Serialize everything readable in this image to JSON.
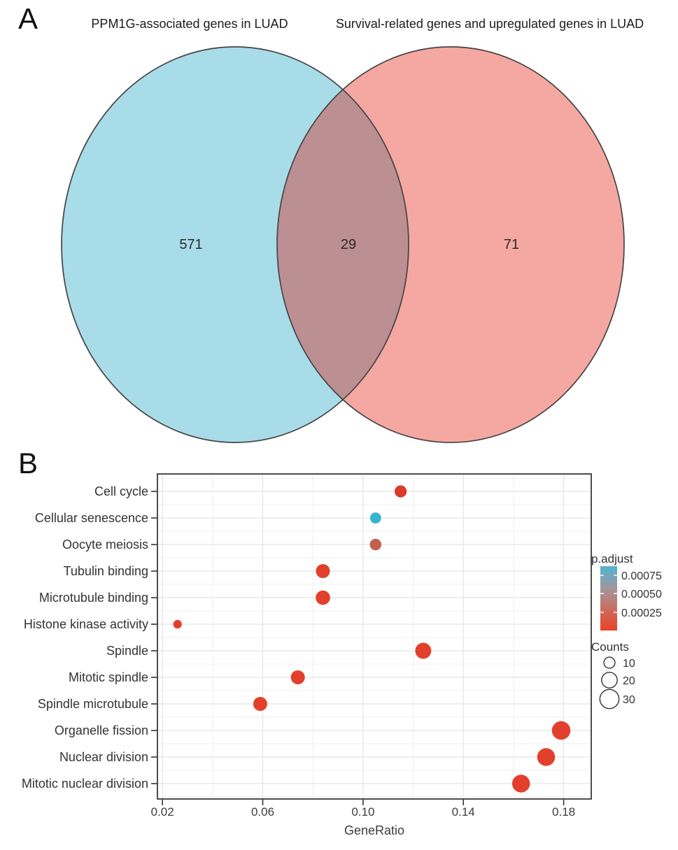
{
  "figure": {
    "panel_a": {
      "label": "A",
      "left_title": "PPM1G-associated genes in LUAD",
      "right_title": "Survival-related genes and upregulated genes in LUAD",
      "venn": {
        "left_count": "571",
        "overlap_count": "29",
        "right_count": "71",
        "left_fill": "#a9dce9",
        "right_fill": "#f5a8a1",
        "overlap_fill": "#bc8f92",
        "outline_color": "#444444",
        "number_color": "#2b2b2b"
      }
    },
    "panel_b": {
      "label": "B"
    }
  },
  "chart_data": {
    "type": "scatter",
    "subtype": "enrichment-dotplot",
    "title": "",
    "xlabel": "GeneRatio",
    "ylabel": "",
    "xlim": [
      0.018,
      0.191
    ],
    "x_major_ticks": [
      "0.02",
      "0.06",
      "0.10",
      "0.14",
      "0.18"
    ],
    "x_major_values": [
      0.02,
      0.06,
      0.1,
      0.14,
      0.18
    ],
    "x_minor_values": [
      0.04,
      0.08,
      0.12,
      0.16
    ],
    "grid": true,
    "legend_position": "right",
    "categories": [
      "Cell cycle",
      "Cellular senescence",
      "Oocyte meiosis",
      "Tubulin binding",
      "Microtubule binding",
      "Histone kinase activity",
      "Spindle",
      "Mitotic spindle",
      "Spindle microtubule",
      "Organelle fission",
      "Nuclear division",
      "Mitotic nuclear division"
    ],
    "points": [
      {
        "category": "Cell cycle",
        "gene_ratio": 0.115,
        "count": 12,
        "p_adjust": 0.0001,
        "color": "#d93b2b"
      },
      {
        "category": "Cellular senescence",
        "gene_ratio": 0.105,
        "count": 10,
        "p_adjust": 0.0008,
        "color": "#38b4d0"
      },
      {
        "category": "Oocyte meiosis",
        "gene_ratio": 0.105,
        "count": 11,
        "p_adjust": 0.00035,
        "color": "#c2604f"
      },
      {
        "category": "Tubulin binding",
        "gene_ratio": 0.084,
        "count": 16,
        "p_adjust": 8e-05,
        "color": "#e2402c"
      },
      {
        "category": "Microtubule binding",
        "gene_ratio": 0.084,
        "count": 17,
        "p_adjust": 8e-05,
        "color": "#e2402c"
      },
      {
        "category": "Histone kinase activity",
        "gene_ratio": 0.026,
        "count": 6,
        "p_adjust": 0.0001,
        "color": "#e2402c"
      },
      {
        "category": "Spindle",
        "gene_ratio": 0.124,
        "count": 21,
        "p_adjust": 5e-05,
        "color": "#e2402c"
      },
      {
        "category": "Mitotic spindle",
        "gene_ratio": 0.074,
        "count": 16,
        "p_adjust": 6e-05,
        "color": "#e2402c"
      },
      {
        "category": "Spindle microtubule",
        "gene_ratio": 0.059,
        "count": 16,
        "p_adjust": 6e-05,
        "color": "#e2402c"
      },
      {
        "category": "Organelle fission",
        "gene_ratio": 0.179,
        "count": 28,
        "p_adjust": 3e-05,
        "color": "#e2402c"
      },
      {
        "category": "Nuclear division",
        "gene_ratio": 0.173,
        "count": 26,
        "p_adjust": 3e-05,
        "color": "#e2402c"
      },
      {
        "category": "Mitotic nuclear division",
        "gene_ratio": 0.163,
        "count": 26,
        "p_adjust": 3e-05,
        "color": "#e2402c"
      }
    ],
    "legend": {
      "p_adjust": {
        "title": "p.adjust",
        "tick_labels": [
          "0.00075",
          "0.00050",
          "0.00025"
        ],
        "tick_values": [
          0.00075,
          0.0005,
          0.00025
        ],
        "gradient_stops": [
          "#52b6d0",
          "#a2949b",
          "#c47568",
          "#d85a42",
          "#e8432c"
        ]
      },
      "counts": {
        "title": "Counts",
        "entries": [
          "10",
          "20",
          "30"
        ],
        "entry_values": [
          10,
          20,
          30
        ]
      }
    },
    "style": {
      "panel_border": "#4d4d4d",
      "grid_major": "#e4e4e4",
      "grid_minor": "#efefef",
      "tick_color": "#333333",
      "label_color": "#333333",
      "axis_text_color": "#3d3d3d"
    }
  }
}
